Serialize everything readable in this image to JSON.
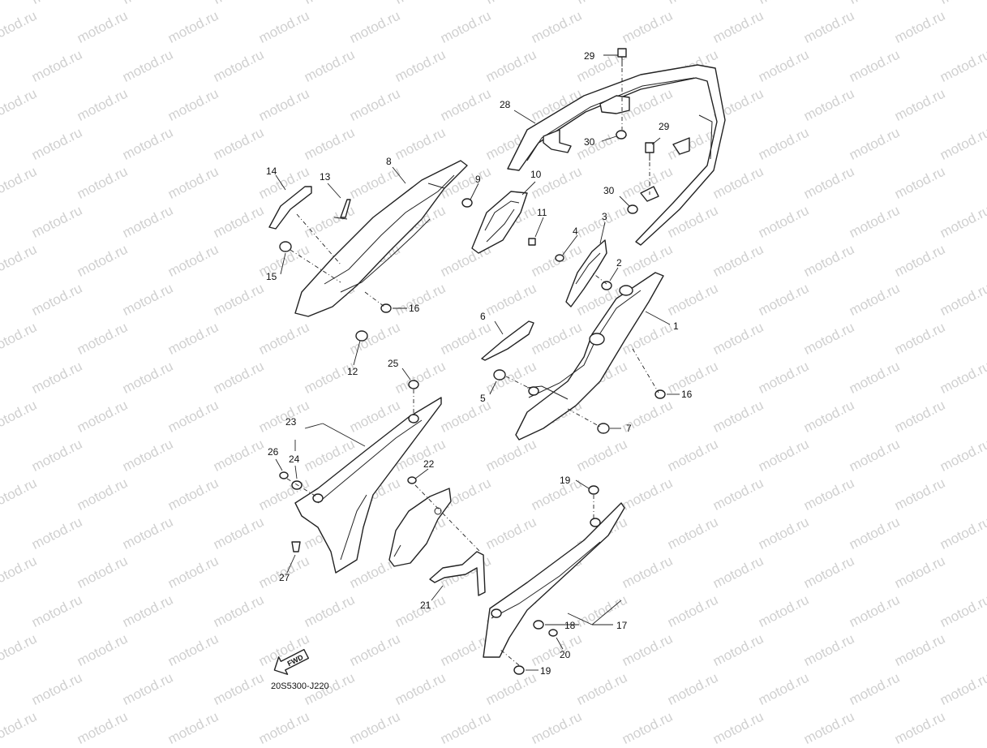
{
  "watermark_text": "motod.ru",
  "diagram_code": "20S5300-J220",
  "fwd_label": "FWD",
  "callouts": {
    "c1": "1",
    "c2": "2",
    "c3": "3",
    "c4": "4",
    "c5": "5",
    "c6": "6",
    "c7": "7",
    "c8": "8",
    "c9": "9",
    "c10": "10",
    "c11": "11",
    "c12": "12",
    "c13": "13",
    "c14": "14",
    "c15": "15",
    "c16a": "16",
    "c16b": "16",
    "c17": "17",
    "c18": "18",
    "c19a": "19",
    "c19b": "19",
    "c20": "20",
    "c21": "21",
    "c22": "22",
    "c23": "23",
    "c24": "24",
    "c25": "25",
    "c26": "26",
    "c27": "27",
    "c28": "28",
    "c29a": "29",
    "c29b": "29",
    "c30a": "30",
    "c30b": "30"
  }
}
